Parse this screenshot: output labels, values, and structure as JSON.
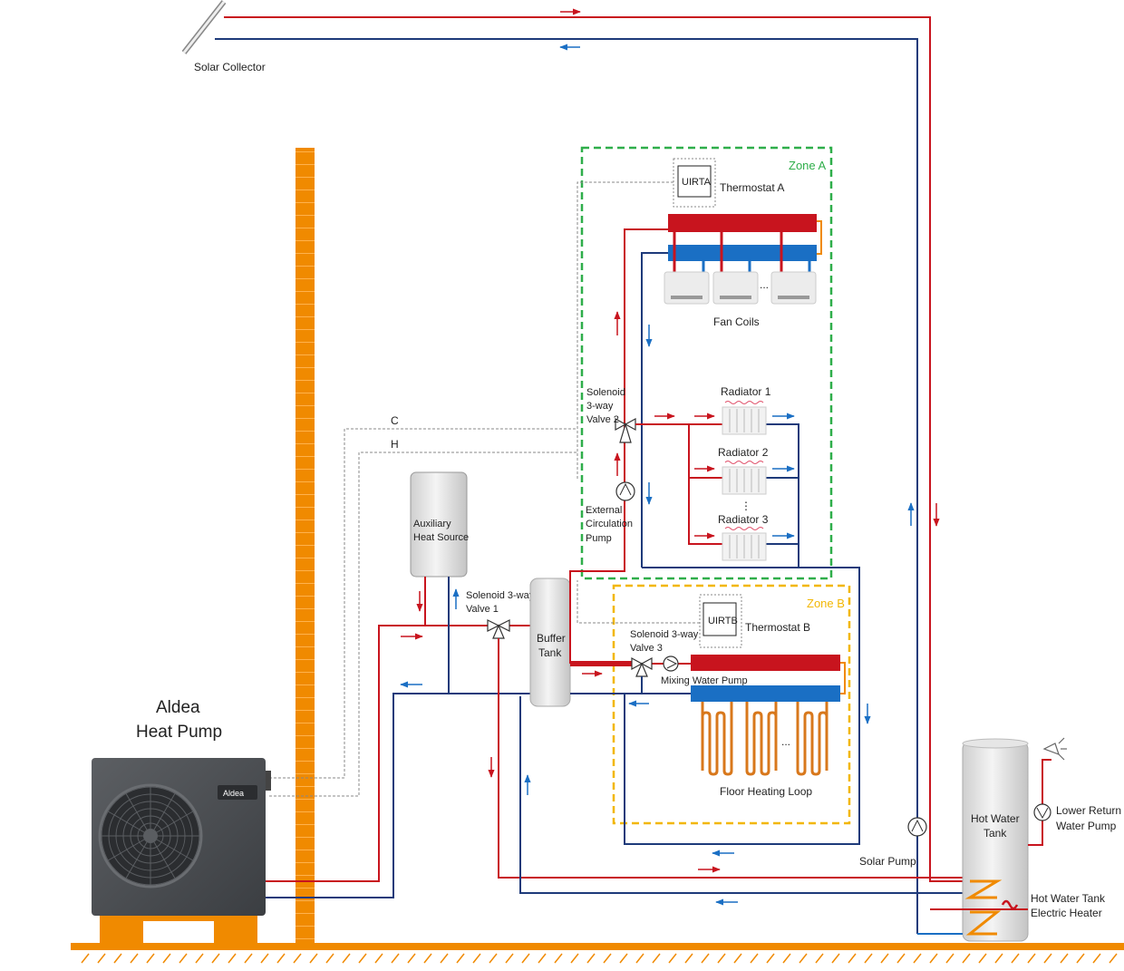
{
  "labels": {
    "solar_collector": "Solar Collector",
    "heat_pump_line1": "Aldea",
    "heat_pump_line2": "Heat Pump",
    "zone_a": "Zone A",
    "zone_b": "Zone B",
    "thermostat_a_unit": "UIRTA",
    "thermostat_a": "Thermostat  A",
    "thermostat_b_unit": "UIRTB",
    "thermostat_b": "Thermostat B",
    "fan_coils": "Fan Coils",
    "radiator_1": "Radiator 1",
    "radiator_2": "Radiator 2",
    "radiator_3": "Radiator 3",
    "valve2_line1": "Solenoid",
    "valve2_line2": "3-way",
    "valve2_line3": "Valve 2",
    "ext_pump_line1": "External",
    "ext_pump_line2": "Circulation",
    "ext_pump_line3": "Pump",
    "aux_line1": "Auxiliary",
    "aux_line2": "Heat Source",
    "valve1_line1": "Solenoid 3-way",
    "valve1_line2": "Valve 1",
    "buffer_line1": "Buffer",
    "buffer_line2": "Tank",
    "valve3_line1": "Solenoid 3-way",
    "valve3_line2": "Valve 3",
    "mixing_pump": "Mixing Water Pump",
    "floor_heating": "Floor Heating Loop",
    "signal_c": "C",
    "signal_h": "H",
    "hot_water_line1": "Hot Water",
    "hot_water_line2": "Tank",
    "lower_return_line1": "Lower Return",
    "lower_return_line2": "Water Pump",
    "electric_heater_line1": "Hot Water Tank",
    "electric_heater_line2": "Electric Heater",
    "solar_pump": "Solar Pump",
    "ellipsis": "...",
    "brand": "Aldea"
  },
  "colors": {
    "supply": "#c8141e",
    "return": "#1e3a7a",
    "arrow_blue": "#1a6fc4",
    "zone_a": "#2fae4a",
    "zone_b": "#f2b705",
    "chimney": "#f08a00",
    "ground": "#f08a00"
  }
}
